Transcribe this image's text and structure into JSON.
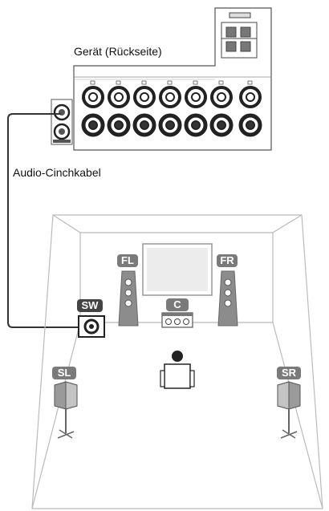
{
  "captions": {
    "device_rear": "Gerät (Rückseite)",
    "cable": "Audio-Cinchkabel"
  },
  "speakers": {
    "front_left": "FL",
    "front_right": "FR",
    "center": "C",
    "subwoofer": "SW",
    "surround_left": "SL",
    "surround_right": "SR"
  },
  "colors": {
    "speaker_tag": "#444444",
    "speaker_body": "#8c8c8c",
    "room_line": "#bbbbbb"
  }
}
